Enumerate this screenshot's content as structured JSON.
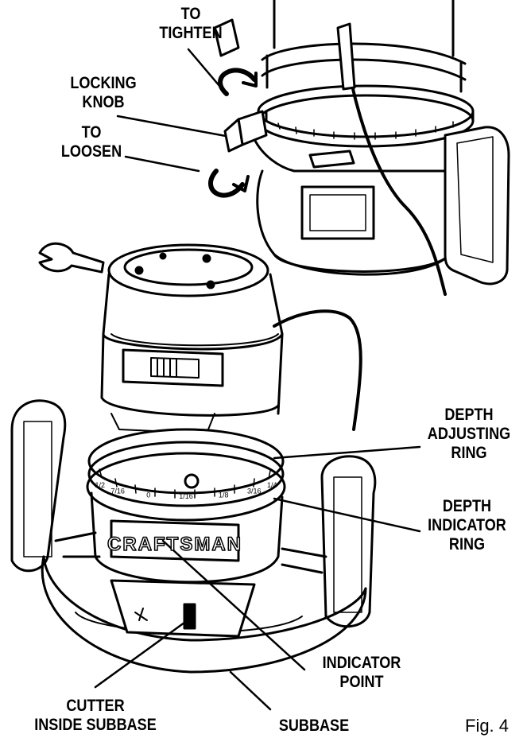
{
  "figure_label": "Fig. 4",
  "labels": {
    "to_tighten": [
      "TO",
      "TIGHTEN"
    ],
    "locking_knob": [
      "LOCKING",
      "KNOB"
    ],
    "to_loosen": [
      "TO",
      "LOOSEN"
    ],
    "depth_adjusting_ring": [
      "DEPTH",
      "ADJUSTING",
      "RING"
    ],
    "depth_indicator_ring": [
      "DEPTH",
      "INDICATOR",
      "RING"
    ],
    "indicator_point": [
      "INDICATOR",
      "POINT"
    ],
    "cutter_inside_subbase": [
      "CUTTER",
      "INSIDE SUBBASE"
    ],
    "subbase": [
      "SUBBASE"
    ]
  },
  "brand_plate": "CRAFTSMAN",
  "depth_scale_marks": [
    "1/2",
    "7/16",
    "0",
    "1/16",
    "1/8",
    "3/16",
    "1/4"
  ]
}
